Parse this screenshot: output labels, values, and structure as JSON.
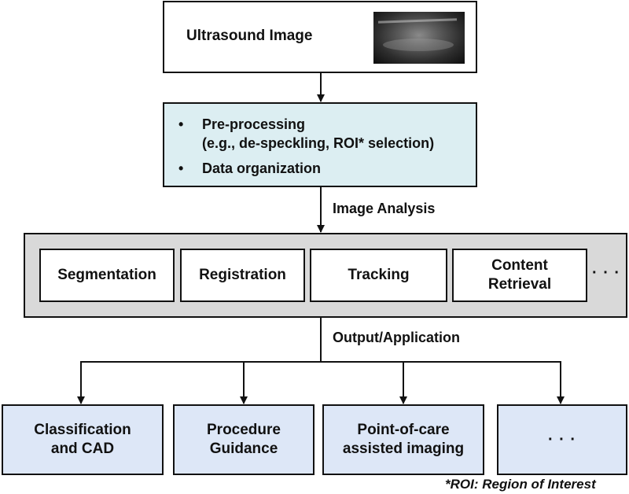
{
  "top_box": {
    "title": "Ultrasound Image"
  },
  "preprocessing": {
    "bullet_char": "•",
    "item1_line1": "Pre-processing",
    "item1_line2": "(e.g., de-speckling, ROI* selection)",
    "item2": "Data organization"
  },
  "image_analysis_label": "Image Analysis",
  "analysis": {
    "segmentation": "Segmentation",
    "registration": "Registration",
    "tracking": "Tracking",
    "content_retrieval_line1": "Content",
    "content_retrieval_line2": "Retrieval",
    "more": "· · ·"
  },
  "output_label": "Output/Application",
  "applications": {
    "classification_line1": "Classification",
    "classification_line2": "and CAD",
    "procedure_line1": "Procedure",
    "procedure_line2": "Guidance",
    "poc_line1": "Point-of-care",
    "poc_line2": "assisted imaging",
    "more": "· · ·"
  },
  "footnote": "*ROI: Region of Interest"
}
